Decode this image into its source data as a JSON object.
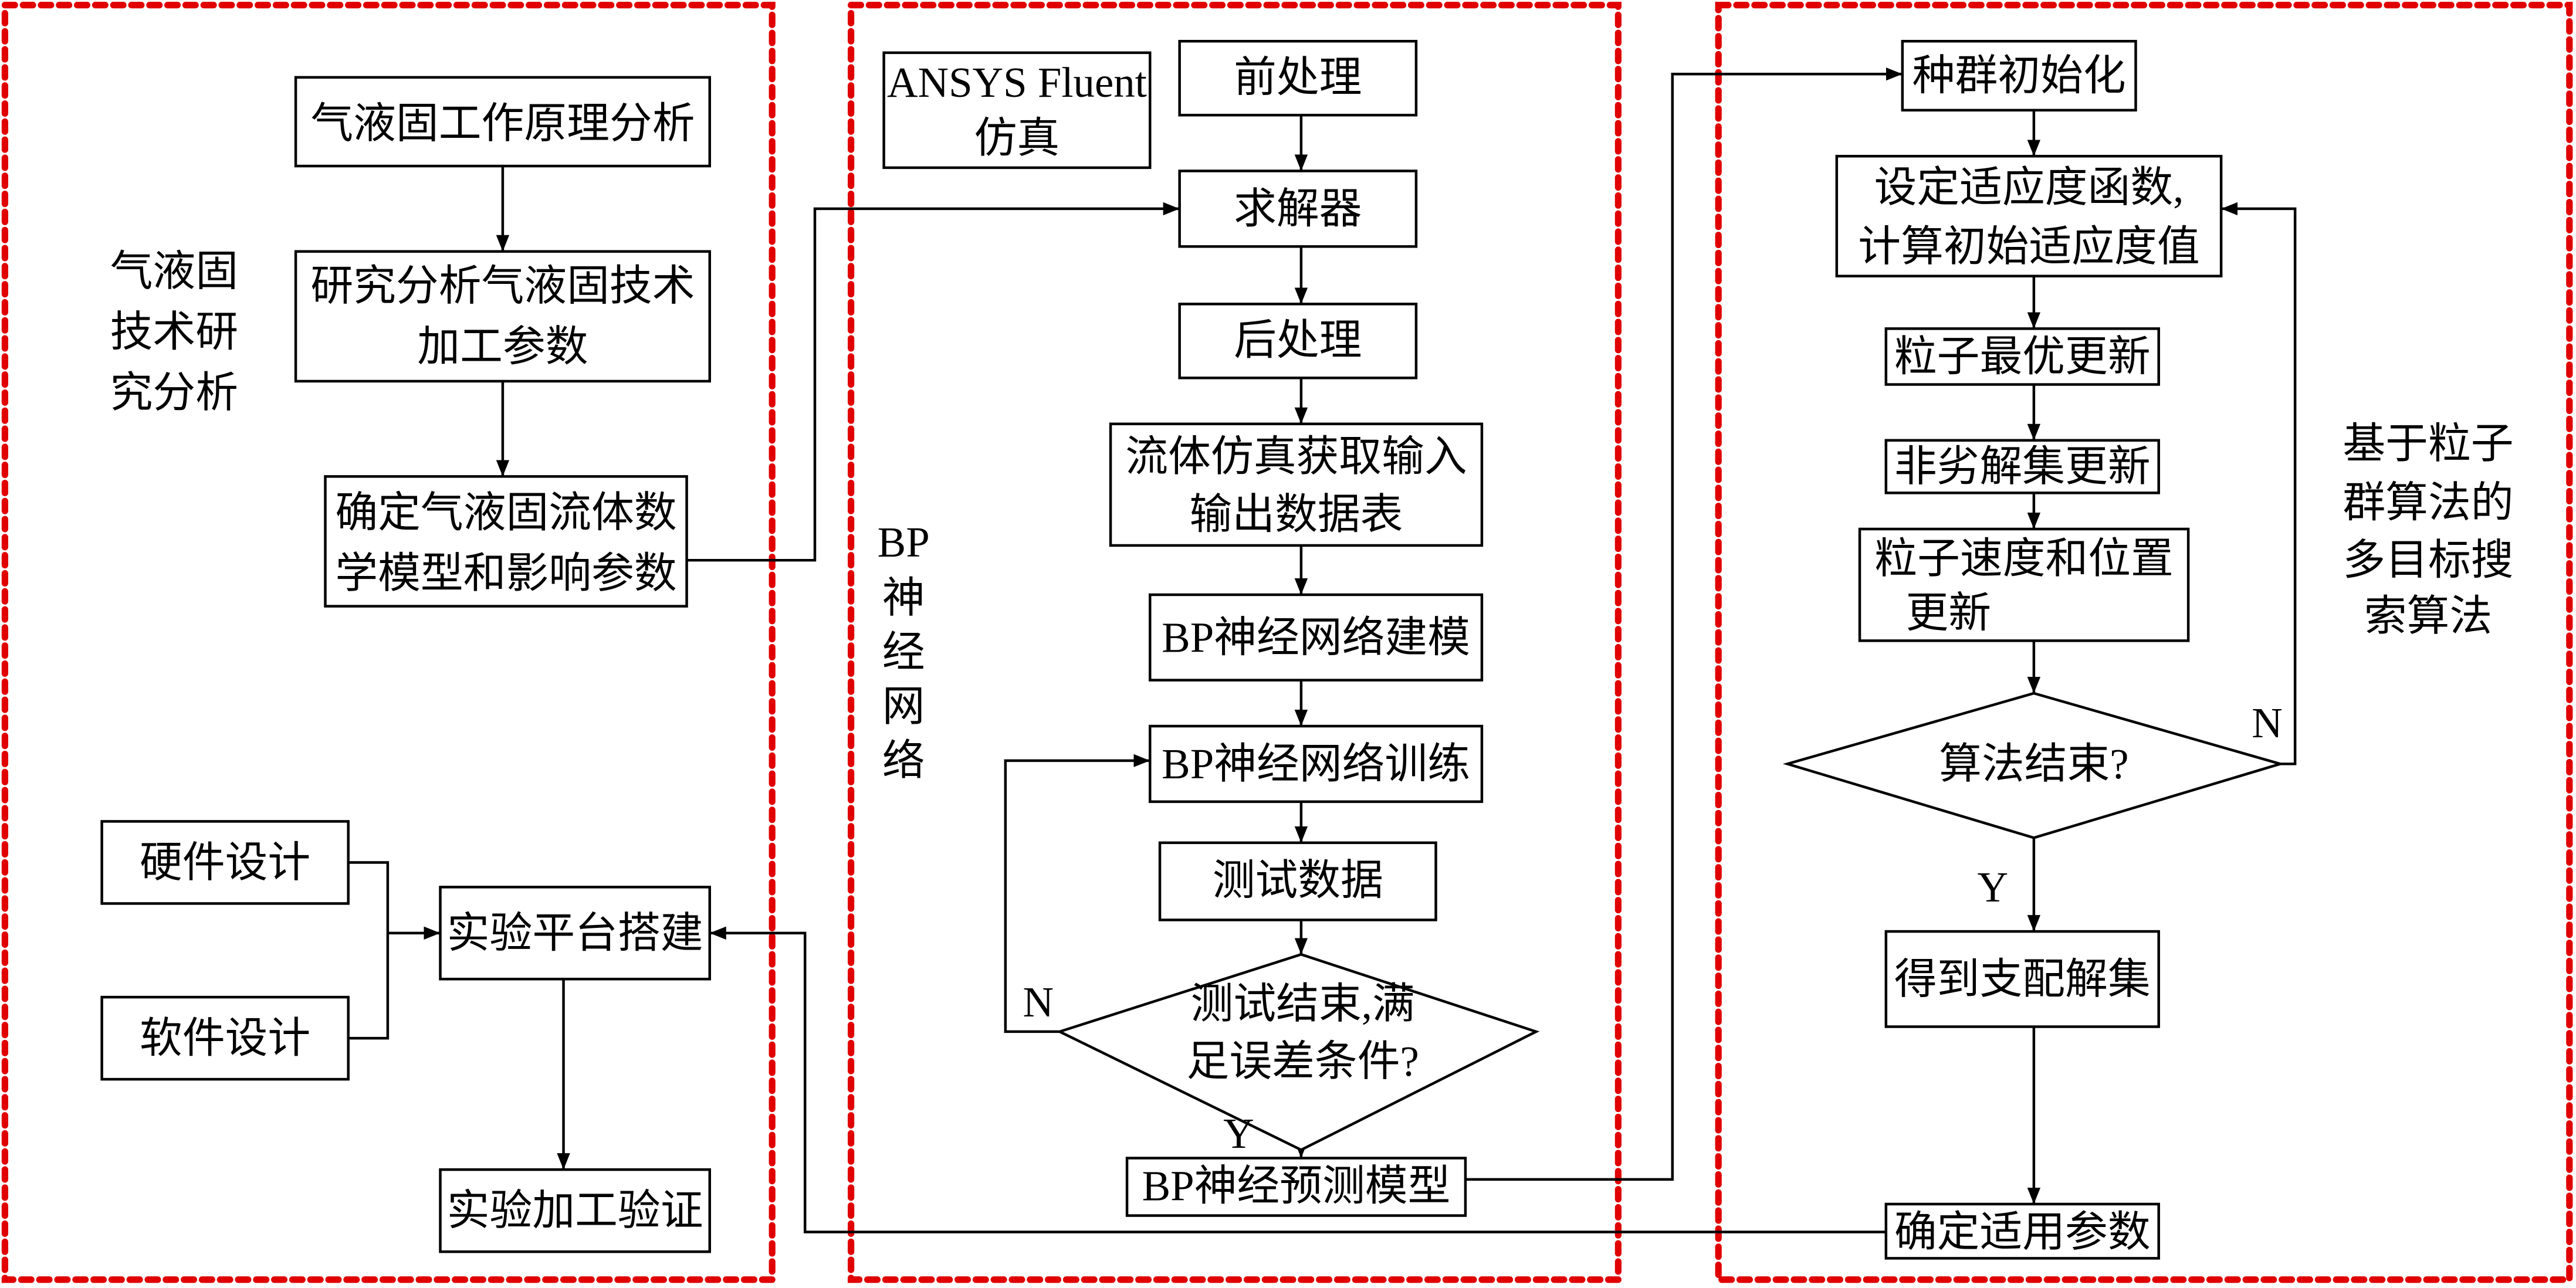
{
  "colors": {
    "group_border": "#e00000",
    "lines": "#000000"
  },
  "left": {
    "label": [
      "气液固",
      "技术研",
      "究分析"
    ],
    "boxes": {
      "principle": [
        "气液固工作原理分析"
      ],
      "params": [
        "研究分析气液固技术",
        "加工参数"
      ],
      "model": [
        "确定气液固流体数",
        "学模型和影响参数"
      ],
      "hardware": [
        "硬件设计"
      ],
      "software": [
        "软件设计"
      ],
      "platform": [
        "实验平台搭建"
      ],
      "verify": [
        "实验加工验证"
      ]
    }
  },
  "middle": {
    "label": [
      "BP",
      "神",
      "经",
      "网",
      "络"
    ],
    "ansys": [
      "ANSYS Fluent",
      "仿真"
    ],
    "boxes": {
      "pre": [
        "前处理"
      ],
      "solver": [
        "求解器"
      ],
      "post": [
        "后处理"
      ],
      "table": [
        "流体仿真获取输入",
        "输出数据表"
      ],
      "build": [
        "BP神经网络建模"
      ],
      "train": [
        "BP神经网络训练"
      ],
      "test": [
        "测试数据"
      ],
      "decision": [
        "测试结束,满",
        "足误差条件?"
      ],
      "predict": [
        "BP神经预测模型"
      ]
    },
    "no": "N",
    "yes": "Y"
  },
  "right": {
    "label": [
      "基于粒子",
      "群算法的",
      "多目标搜",
      "索算法"
    ],
    "boxes": {
      "init": [
        "种群初始化"
      ],
      "fitness": [
        "设定适应度函数,",
        "计算初始适应度值"
      ],
      "best": [
        "粒子最优更新"
      ],
      "nondom": [
        "非劣解集更新"
      ],
      "velocity": [
        "粒子速度和位置",
        "更新"
      ],
      "decision": [
        "算法结束?"
      ],
      "dominant": [
        "得到支配解集"
      ],
      "params": [
        "确定适用参数"
      ]
    },
    "no": "N",
    "yes": "Y"
  }
}
